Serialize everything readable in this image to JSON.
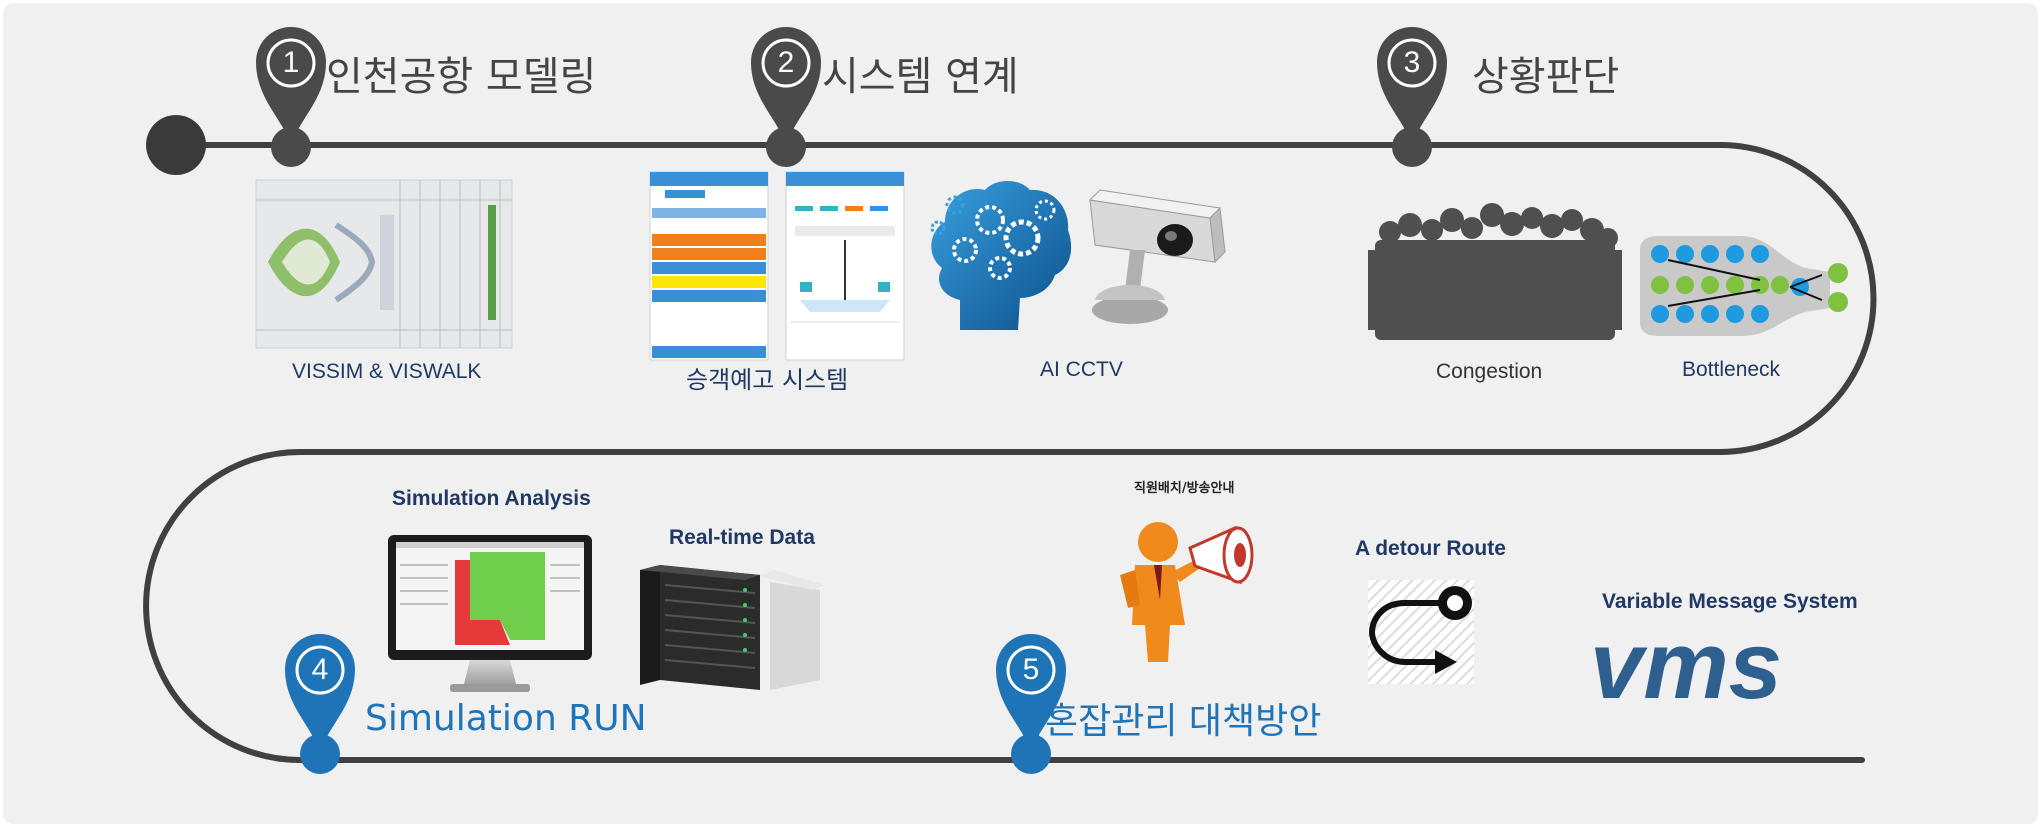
{
  "steps": [
    {
      "number": "1",
      "title": "인천공항 모델링"
    },
    {
      "number": "2",
      "title": "시스템 연계"
    },
    {
      "number": "3",
      "title": "상황판단"
    },
    {
      "number": "4",
      "title": "Simulation RUN"
    },
    {
      "number": "5",
      "title": "혼잡관리 대책방안"
    }
  ],
  "captions": {
    "vissim": "VISSIM & VISWALK",
    "passenger_forecast": "승객예고 시스템",
    "ai_cctv": "AI CCTV",
    "congestion": "Congestion",
    "bottleneck": "Bottleneck",
    "simulation_analysis": "Simulation Analysis",
    "realtime_data": "Real-time Data",
    "staff_broadcast": "직원배치/방송안내",
    "detour_route": "A detour Route",
    "vms_title": "Variable Message System",
    "vms_logo": "vms"
  },
  "colors": {
    "track": "#404040",
    "pin_gray": "#4a4a4a",
    "pin_blue": "#1f73b7",
    "background": "#f0f0f0"
  }
}
